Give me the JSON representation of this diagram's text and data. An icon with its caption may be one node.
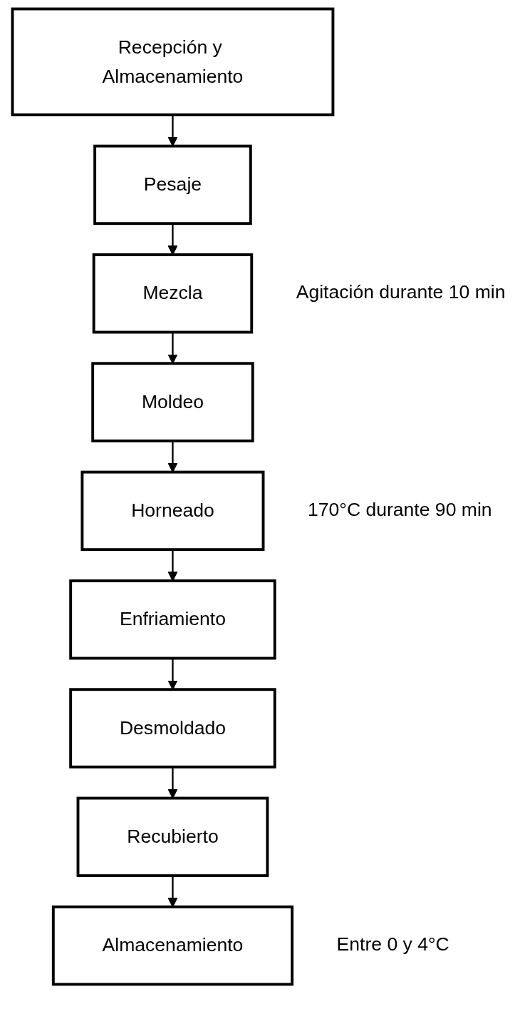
{
  "diagram": {
    "nodes": [
      {
        "text": [
          "Recepción y Almacenamiento"
        ]
      },
      {
        "text": [
          "Pesaje"
        ]
      },
      {
        "text": [
          "Mezcla"
        ],
        "beside": [
          "Agitación durante 10 min"
        ]
      },
      {
        "text": [
          "Moldeo"
        ]
      },
      {
        "text": [
          "Horneado"
        ],
        "beside": [
          "170°C durante 90 min"
        ]
      },
      {
        "text": [
          "Enfriamiento"
        ]
      },
      {
        "text": [
          "Desmoldado"
        ]
      },
      {
        "text": [
          "Recubierto"
        ]
      },
      {
        "text": [
          "Almacenamiento"
        ],
        "beside": [
          "Entre 0 y 4°C"
        ]
      }
    ],
    "edges": [
      {
        "from": 0,
        "to": 1,
        "arrow": "to"
      },
      {
        "from": 1,
        "to": 2,
        "arrow": "to"
      },
      {
        "from": 2,
        "to": 3,
        "arrow": "to"
      },
      {
        "from": 3,
        "to": 4,
        "arrow": "to"
      },
      {
        "from": 4,
        "to": 5,
        "arrow": "to"
      },
      {
        "from": 5,
        "to": 6,
        "arrow": "to"
      },
      {
        "from": 6,
        "to": 7,
        "arrow": "to"
      },
      {
        "from": 7,
        "to": 8,
        "arrow": "to"
      }
    ]
  }
}
